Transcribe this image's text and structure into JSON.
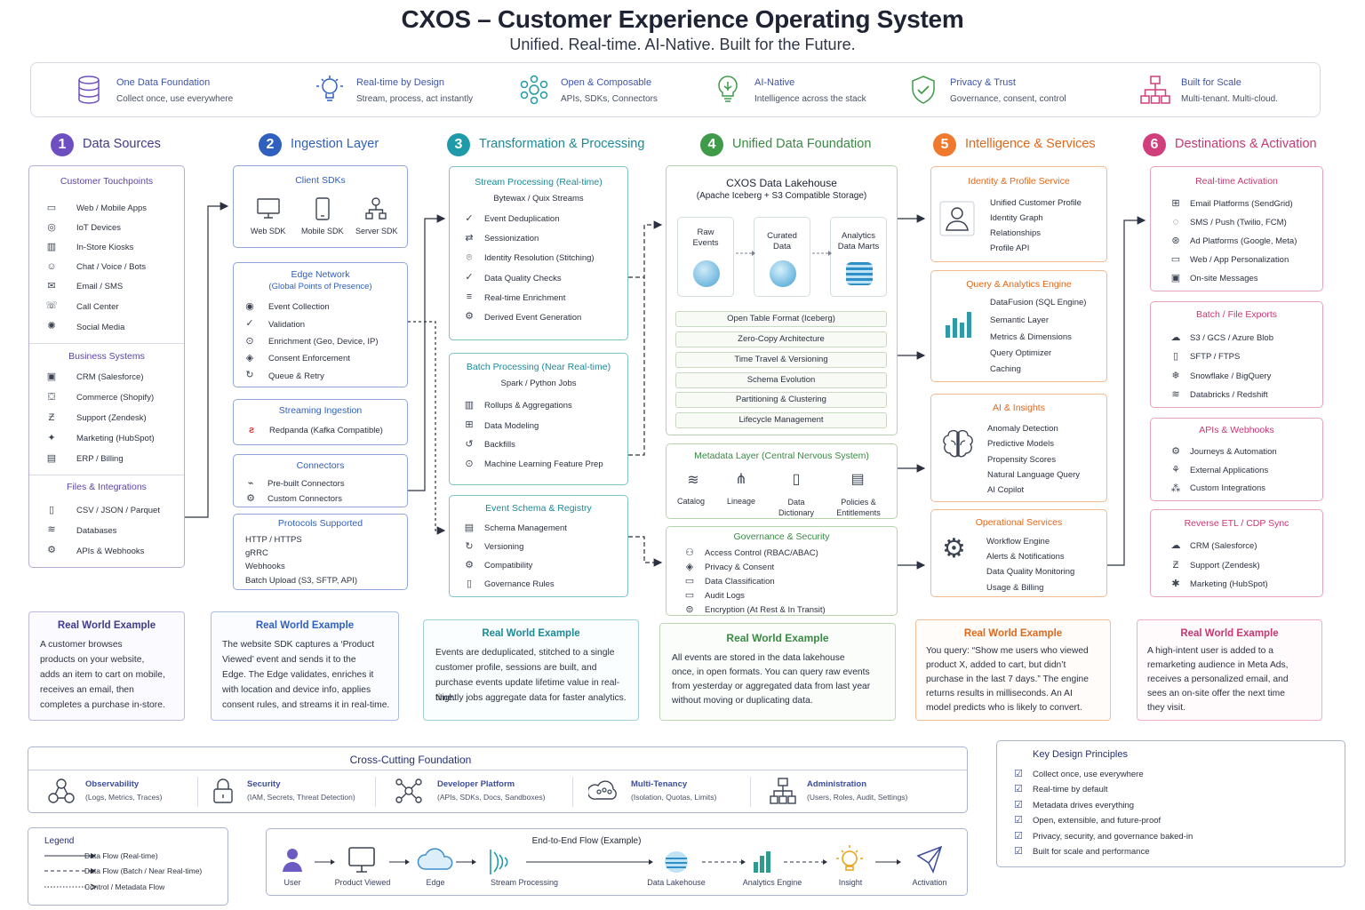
{
  "header": {
    "title": "CXOS – Customer Experience Operating System",
    "subtitle": "Unified. Real-time. AI-Native. Built for the Future."
  },
  "pillars": [
    {
      "title": "One Data Foundation",
      "sub": "Collect once, use everywhere",
      "icon": "database-icon"
    },
    {
      "title": "Real-time by Design",
      "sub": "Stream, process, act instantly",
      "icon": "lightbulb-icon"
    },
    {
      "title": "Open & Composable",
      "sub": "APIs, SDKs, Connectors",
      "icon": "nodes-icon"
    },
    {
      "title": "AI-Native",
      "sub": "Intelligence across the stack",
      "icon": "ai-bulb-icon"
    },
    {
      "title": "Privacy & Trust",
      "sub": "Governance, consent, control",
      "icon": "shield-check-icon"
    },
    {
      "title": "Built for Scale",
      "sub": "Multi-tenant. Multi-cloud.",
      "icon": "org-chart-icon"
    }
  ],
  "sections": [
    {
      "num": "1",
      "label": "Data Sources",
      "color": "#6d4fc2"
    },
    {
      "num": "2",
      "label": "Ingestion Layer",
      "color": "#2f5fbf"
    },
    {
      "num": "3",
      "label": "Transformation & Processing",
      "color": "#1e9aa8"
    },
    {
      "num": "4",
      "label": "Unified Data Foundation",
      "color": "#3f9a4a"
    },
    {
      "num": "5",
      "label": "Intelligence & Services",
      "color": "#ef7a2e"
    },
    {
      "num": "6",
      "label": "Destinations & Activation",
      "color": "#d03f7c"
    }
  ],
  "sources": {
    "touchpoints_title": "Customer Touchpoints",
    "touchpoints": [
      "Web / Mobile Apps",
      "IoT Devices",
      "In-Store Kiosks",
      "Chat / Voice / Bots",
      "Email / SMS",
      "Call Center",
      "Social Media"
    ],
    "business_title": "Business Systems",
    "business": [
      "CRM (Salesforce)",
      "Commerce (Shopify)",
      "Support (Zendesk)",
      "Marketing (HubSpot)",
      "ERP / Billing"
    ],
    "files_title": "Files & Integrations",
    "files": [
      "CSV / JSON / Parquet",
      "Databases",
      "APIs & Webhooks"
    ]
  },
  "ingestion": {
    "sdk_title": "Client SDKs",
    "sdks": [
      "Web SDK",
      "Mobile SDK",
      "Server SDK"
    ],
    "edge_title": "Edge Network",
    "edge_sub": "(Global Points of Presence)",
    "edge_items": [
      "Event Collection",
      "Validation",
      "Enrichment (Geo, Device, IP)",
      "Consent Enforcement",
      "Queue & Retry"
    ],
    "stream_title": "Streaming Ingestion",
    "stream_item": "Redpanda (Kafka Compatible)",
    "connectors_title": "Connectors",
    "connectors": [
      "Pre-built Connectors",
      "Custom Connectors"
    ],
    "protocols_title": "Protocols Supported",
    "protocols": [
      "HTTP / HTTPS",
      "gRRC",
      "Webhooks",
      "Batch Upload (S3, SFTP, API)"
    ]
  },
  "transform": {
    "stream_title": "Stream Processing (Real-time)",
    "stream_sub": "Bytewax / Quix Streams",
    "stream_items": [
      "Event Deduplication",
      "Sessionization",
      "Identity Resolution (Stitching)",
      "Data Quality Checks",
      "Real-time Enrichment",
      "Derived Event Generation"
    ],
    "batch_title": "Batch Processing (Near Real-time)",
    "batch_sub": "Spark / Python Jobs",
    "batch_items": [
      "Rollups & Aggregations",
      "Data Modeling",
      "Backfills",
      "Machine Learning Feature Prep"
    ],
    "schema_title": "Event Schema & Registry",
    "schema_items": [
      "Schema Management",
      "Versioning",
      "Compatibility",
      "Governance Rules"
    ]
  },
  "foundation": {
    "lake_title": "CXOS Data Lakehouse",
    "lake_sub": "(Apache Iceberg + S3 Compatible Storage)",
    "stages": [
      "Raw Events",
      "Curated Data",
      "Analytics Data Marts"
    ],
    "features": [
      "Open Table Format (Iceberg)",
      "Zero-Copy Architecture",
      "Time Travel & Versioning",
      "Schema Evolution",
      "Partitioning & Clustering",
      "Lifecycle Management"
    ],
    "meta_title": "Metadata Layer (Central Nervous System)",
    "meta_items": [
      "Catalog",
      "Lineage",
      "Data Dictionary",
      "Policies & Entitlements"
    ],
    "gov_title": "Governance & Security",
    "gov_items": [
      "Access Control (RBAC/ABAC)",
      "Privacy & Consent",
      "Data Classification",
      "Audit Logs",
      "Encryption (At Rest & In Transit)"
    ]
  },
  "intel": {
    "identity_title": "Identity & Profile Service",
    "identity_items": [
      "Unified Customer Profile",
      "Identity Graph",
      "Relationships",
      "Profile API"
    ],
    "query_title": "Query & Analytics Engine",
    "query_items": [
      "DataFusion (SQL Engine)",
      "Semantic Layer",
      "Metrics & Dimensions",
      "Query Optimizer",
      "Caching"
    ],
    "ai_title": "AI & Insights",
    "ai_items": [
      "Anomaly Detection",
      "Predictive Models",
      "Propensity Scores",
      "Natural Language Query",
      "AI Copilot"
    ],
    "ops_title": "Operational Services",
    "ops_items": [
      "Workflow Engine",
      "Alerts & Notifications",
      "Data Quality Monitoring",
      "Usage & Billing"
    ]
  },
  "dest": {
    "rt_title": "Real-time Activation",
    "rt_items": [
      "Email Platforms (SendGrid)",
      "SMS / Push (Twilio, FCM)",
      "Ad Platforms (Google, Meta)",
      "Web / App Personalization",
      "On-site Messages"
    ],
    "batch_title": "Batch / File Exports",
    "batch_items": [
      "S3 / GCS / Azure Blob",
      "SFTP / FTPS",
      "Snowflake / BigQuery",
      "Databricks / Redshift"
    ],
    "api_title": "APIs & Webhooks",
    "api_items": [
      "Journeys & Automation",
      "External Applications",
      "Custom Integrations"
    ],
    "retl_title": "Reverse ETL / CDP Sync",
    "retl_items": [
      "CRM (Salesforce)",
      "Support (Zendesk)",
      "Marketing (HubSpot)"
    ]
  },
  "examples": [
    {
      "title": "Real World Example",
      "lines": [
        "A customer browses",
        "products on your website,",
        "adds an item to cart on mobile,",
        "receives an email, then",
        "completes a purchase in-store."
      ]
    },
    {
      "title": "Real World Example",
      "lines": [
        "The website SDK captures a ‘Product",
        "Viewed’ event and sends it to the",
        "Edge. The Edge validates, enriches it",
        "with location and device info, applies",
        "consent rules, and streams it in real-time."
      ]
    },
    {
      "title": "Real World Example",
      "lines": [
        "Events are deduplicated, stitched to a single",
        "customer profile, sessions are built, and",
        "purchase events update lifetime value in real-time.",
        "Nightly jobs aggregate data for faster analytics."
      ]
    },
    {
      "title": "Real World Example",
      "lines": [
        "All events are stored in the data lakehouse",
        "once, in open formats. You can query raw events",
        "from yesterday or aggregated data from last year",
        "without moving or duplicating data."
      ]
    },
    {
      "title": "Real World Example",
      "lines": [
        "You query: “Show me users who viewed",
        "product X, added to cart, but didn’t",
        "purchase in the last 7 days.” The engine",
        "returns results in milliseconds. An AI",
        "model predicts who is likely to convert."
      ]
    },
    {
      "title": "Real World Example",
      "lines": [
        "A high-intent user is added to a",
        "remarketing audience in Meta Ads,",
        "receives a personalized email, and",
        "sees an on-site offer the next time",
        "they visit."
      ]
    }
  ],
  "crosscut": {
    "title": "Cross-Cutting Foundation",
    "items": [
      {
        "name": "Observability",
        "sub": "(Logs, Metrics, Traces)"
      },
      {
        "name": "Security",
        "sub": "(IAM, Secrets, Threat Detection)"
      },
      {
        "name": "Developer Platform",
        "sub": "(APIs, SDKs, Docs, Sandboxes)"
      },
      {
        "name": "Multi-Tenancy",
        "sub": "(Isolation, Quotas, Limits)"
      },
      {
        "name": "Administration",
        "sub": "(Users, Roles, Audit, Settings)"
      }
    ]
  },
  "legend": {
    "title": "Legend",
    "items": [
      "Data Flow (Real-time)",
      "Data Flow (Batch / Near Real-time)",
      "Control / Metadata Flow"
    ]
  },
  "flow": {
    "title": "End-to-End Flow (Example)",
    "steps": [
      "User",
      "Product Viewed",
      "Edge",
      "Stream Processing",
      "Data Lakehouse",
      "Analytics Engine",
      "Insight",
      "Activation"
    ]
  },
  "principles": {
    "title": "Key Design Principles",
    "items": [
      "Collect once, use everywhere",
      "Real-time by default",
      "Metadata drives everything",
      "Open, extensible, and future-proof",
      "Privacy, security, and governance baked-in",
      "Built for scale and performance"
    ]
  }
}
